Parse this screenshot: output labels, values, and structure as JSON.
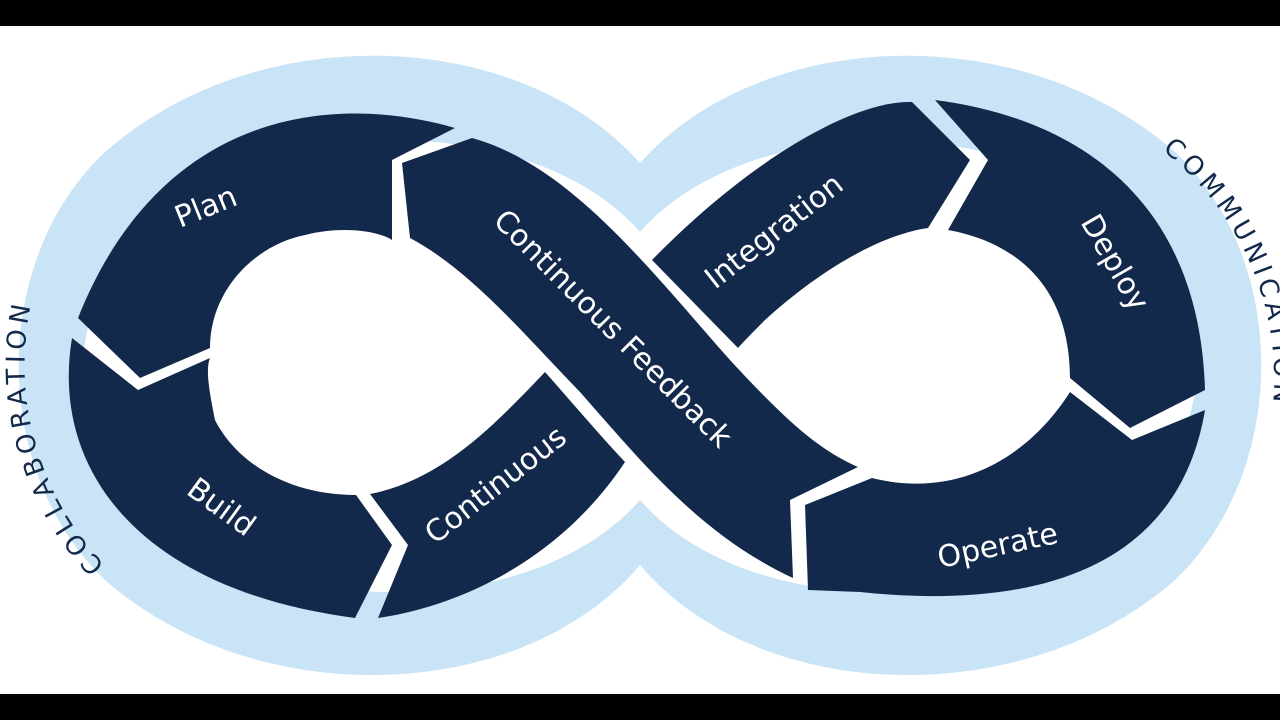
{
  "colors": {
    "background": "#ffffff",
    "frame": "#000000",
    "outer_band": "#c9e4f6",
    "segment_fill": "#13294b",
    "segment_text": "#ffffff",
    "ring_text": "#13294b"
  },
  "ring_labels": {
    "left": "COLLABORATION",
    "right": "COMMUNICATION"
  },
  "segments": [
    {
      "id": "plan",
      "label": "Plan"
    },
    {
      "id": "build",
      "label": "Build"
    },
    {
      "id": "continuous",
      "label": "Continuous"
    },
    {
      "id": "continuous-feedback",
      "label": "Continuous Feedback"
    },
    {
      "id": "integration",
      "label": "Integration"
    },
    {
      "id": "deploy",
      "label": "Deploy"
    },
    {
      "id": "operate",
      "label": "Operate"
    }
  ]
}
